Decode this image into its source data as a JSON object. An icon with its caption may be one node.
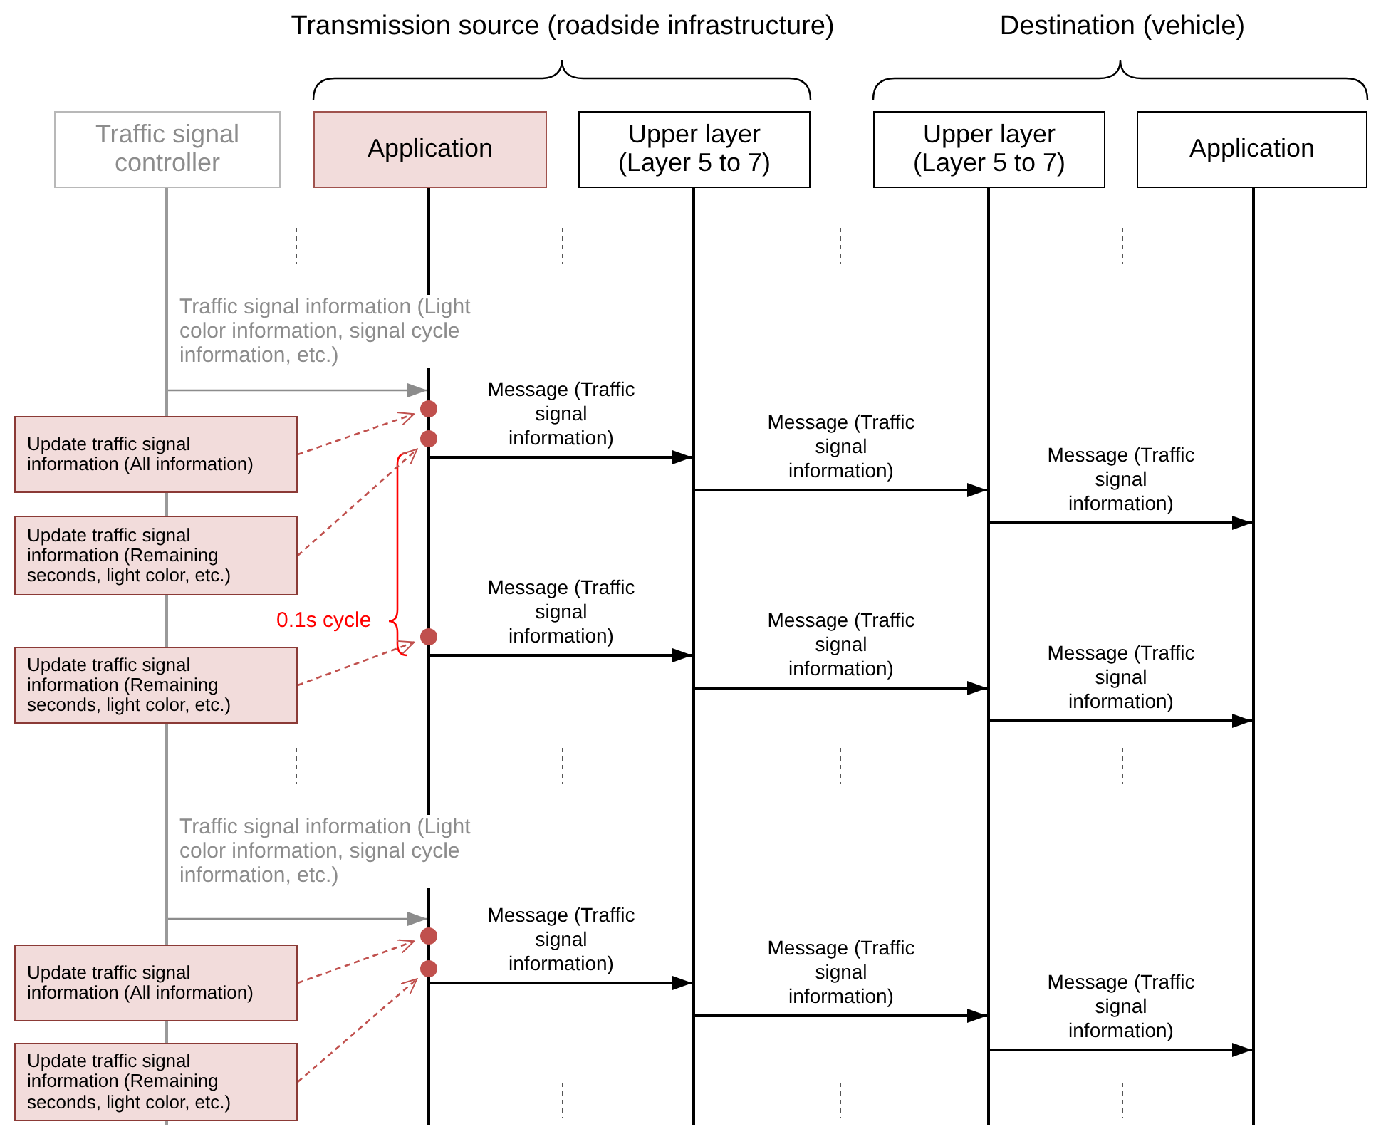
{
  "diagram": {
    "nodes": [
      {
        "text": [
          "Traffic signal controller"
        ]
      },
      {
        "text": [
          "Application"
        ]
      },
      {
        "text": [
          "Upper layer (Layer 5 to 7)"
        ]
      },
      {
        "text": [
          "Upper layer (Layer 5 to 7)"
        ]
      },
      {
        "text": [
          "Application"
        ]
      },
      {
        "text": [],
        "shape": "line"
      },
      {
        "text": [],
        "shape": "line"
      },
      {
        "text": [],
        "shape": "line"
      },
      {
        "text": [],
        "shape": "line"
      },
      {
        "text": [],
        "shape": "line"
      },
      {
        "text": [],
        "shape": "circle"
      },
      {
        "text": [],
        "shape": "circle"
      },
      {
        "text": [],
        "shape": "circle"
      },
      {
        "text": [],
        "shape": "circle"
      },
      {
        "text": [],
        "shape": "circle"
      },
      {
        "text": [
          "Update traffic signal information (All information)"
        ]
      },
      {
        "text": [
          "Update traffic signal information (Remaining seconds, light color, etc.)"
        ]
      },
      {
        "text": [
          "Update traffic signal information (Remaining seconds, light color, etc.)"
        ]
      },
      {
        "text": [
          "Update traffic signal information (All information)"
        ]
      },
      {
        "text": [
          "Update traffic signal information (Remaining seconds, light color, etc.)"
        ]
      }
    ],
    "edges": [
      {
        "from": 5,
        "to": 6,
        "arrow": "to",
        "label": "Traffic signal information (Light color information, signal cycle information, etc.)",
        "color": "#8c8c8c"
      },
      {
        "from": 15,
        "to": 10,
        "arrow": "to",
        "style": "dashed",
        "color": "#c0504d"
      },
      {
        "from": 16,
        "to": 11,
        "arrow": "to",
        "style": "dashed",
        "color": "#c0504d"
      },
      {
        "from": 6,
        "to": 7,
        "arrow": "to",
        "label": "Message (Traffic signal information)"
      },
      {
        "from": 7,
        "to": 8,
        "arrow": "to",
        "label": "Message (Traffic signal information)"
      },
      {
        "from": 8,
        "to": 9,
        "arrow": "to",
        "label": "Message (Traffic signal information)"
      },
      {
        "from": 17,
        "to": 12,
        "arrow": "to",
        "style": "dashed",
        "color": "#c0504d"
      },
      {
        "from": 6,
        "to": 7,
        "arrow": "to",
        "label": "Message (Traffic signal information)"
      },
      {
        "from": 7,
        "to": 8,
        "arrow": "to",
        "label": "Message (Traffic signal information)"
      },
      {
        "from": 8,
        "to": 9,
        "arrow": "to",
        "label": "Message (Traffic signal information)"
      },
      {
        "from": 5,
        "to": 6,
        "arrow": "to",
        "label": "Traffic signal information (Light color information, signal cycle information, etc.)",
        "color": "#8c8c8c"
      },
      {
        "from": 18,
        "to": 13,
        "arrow": "to",
        "style": "dashed",
        "color": "#c0504d"
      },
      {
        "from": 19,
        "to": 14,
        "arrow": "to",
        "style": "dashed",
        "color": "#c0504d"
      },
      {
        "from": 6,
        "to": 7,
        "arrow": "to",
        "label": "Message (Traffic signal information)"
      },
      {
        "from": 7,
        "to": 8,
        "arrow": "to",
        "label": "Message (Traffic signal information)"
      },
      {
        "from": 8,
        "to": 9,
        "arrow": "to",
        "label": "Message (Traffic signal information)"
      }
    ],
    "labels": [
      "Transmission source (roadside infrastructure)",
      "Destination (vehicle)",
      "0.1s cycle"
    ]
  }
}
